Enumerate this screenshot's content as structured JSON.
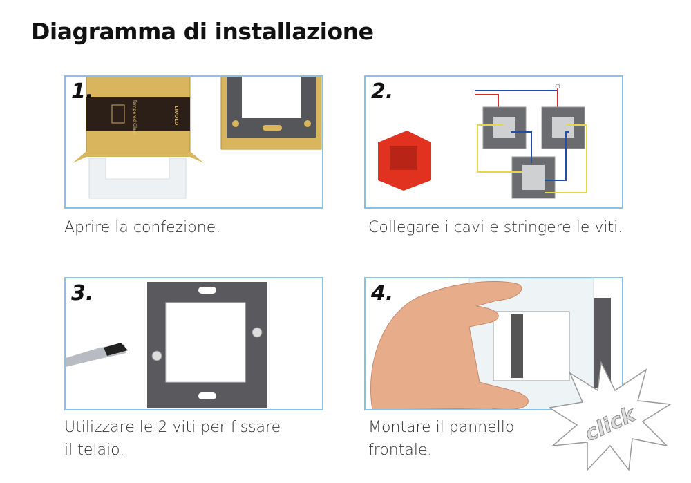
{
  "title": "Diagramma di installazione",
  "steps": [
    {
      "number": "1.",
      "caption": "Aprire la confezione.",
      "box_brand": "LIVOLO",
      "box_label": "Tempered Glass"
    },
    {
      "number": "2.",
      "caption": "Collegare i cavi e stringere le viti."
    },
    {
      "number": "3.",
      "caption_line1": "Utilizzare le 2 viti per fissare",
      "caption_line2": "il telaio."
    },
    {
      "number": "4.",
      "caption_line1": "Montare il pannello",
      "caption_line2": "frontale."
    }
  ],
  "click_badge": "click",
  "colors": {
    "panel_border": "#86c3e6",
    "box_gold": "#d9b65e",
    "frame_gray": "#5a5a5e",
    "wire_red": "#d62b2b",
    "wire_blue": "#1f4fa8",
    "wire_yellow": "#e8d64a",
    "mount_box_red": "#e0321f"
  }
}
